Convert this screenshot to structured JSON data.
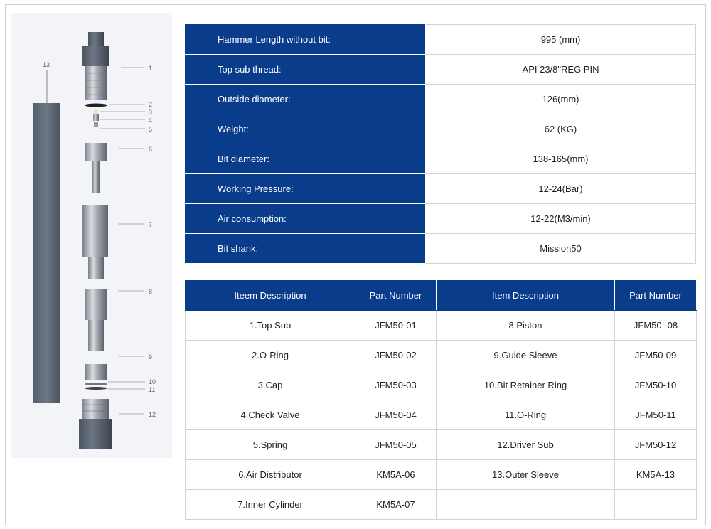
{
  "diagram": {
    "labels": [
      "1",
      "2",
      "3",
      "4",
      "5",
      "6",
      "7",
      "8",
      "9",
      "10",
      "11",
      "12",
      "13"
    ]
  },
  "spec": {
    "rows": [
      {
        "label": "Hammer Length without bit:",
        "value": "995 (mm)"
      },
      {
        "label": "Top sub thread:",
        "value": "API 23/8\"REG PIN"
      },
      {
        "label": "Outside diameter:",
        "value": "126(mm)"
      },
      {
        "label": "Weight:",
        "value": "62 (KG)"
      },
      {
        "label": "Bit diameter:",
        "value": "138-165(mm)"
      },
      {
        "label": "Working Pressure:",
        "value": "12-24(Bar)"
      },
      {
        "label": "Air consumption:",
        "value": "12-22(M3/min)"
      },
      {
        "label": "Bit shank:",
        "value": "Mission50"
      }
    ]
  },
  "parts": {
    "headers": [
      "Iteem Description",
      "Part Number",
      "Item Description",
      "Part Number"
    ],
    "rows": [
      [
        "1.Top Sub",
        "JFM50-01",
        "8.Piston",
        "JFM50 -08"
      ],
      [
        "2.O-Ring",
        "JFM50-02",
        "9.Guide Sleeve",
        "JFM50-09"
      ],
      [
        "3.Cap",
        "JFM50-03",
        "10.Bit Retainer Ring",
        "JFM50-10"
      ],
      [
        "4.Check Valve",
        "JFM50-04",
        "11.O-Ring",
        "JFM50-11"
      ],
      [
        "5.Spring",
        "JFM50-05",
        "12.Driver Sub",
        "JFM50-12"
      ],
      [
        "6.Air Distributor",
        "KM5A-06",
        "13.Outer Sleeve",
        "KM5A-13"
      ],
      [
        "7.Inner Cylinder",
        "KM5A-07",
        "",
        ""
      ]
    ]
  },
  "colors": {
    "header_blue": "#0a3c8c",
    "border": "#d3d3d3"
  }
}
